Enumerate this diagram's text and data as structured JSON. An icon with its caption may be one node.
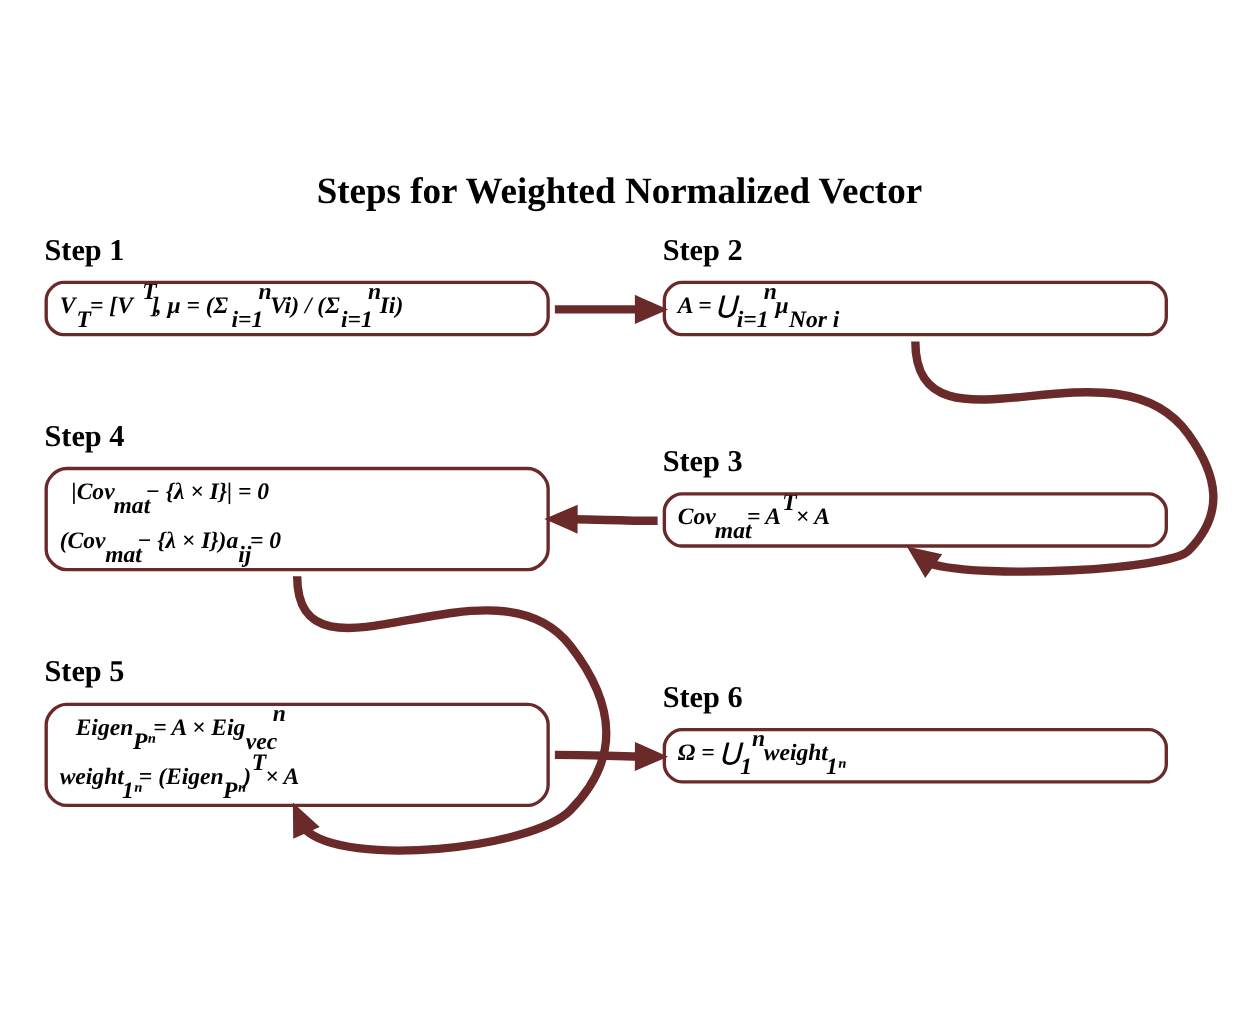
{
  "diagram": {
    "title": "Steps for Weighted Normalized Vector",
    "nodes": [
      {
        "text": [
          "Step 1",
          "V⃗$_{T}$= [V⃗]$^{T}$, μ = (Σ$_{i=1}$$^{n}$Vi) / (Σ$_{i=1}$$^{n}$Ii)"
        ]
      },
      {
        "text": [
          "Step 2",
          "A = ⋃$_{i=1}$$^{n}$μ$_{Nor i}$"
        ]
      },
      {
        "text": [
          "Step 3",
          "Cov$_{mat}$= A$^{T}$× A"
        ]
      },
      {
        "text": [
          "Step 4",
          "|Cov$_{mat}$− {λ × I}| = 0",
          "(Cov$_{mat}$− {λ × I})a$_{ij}$= 0"
        ]
      },
      {
        "text": [
          "Step 5",
          "Eigen$_{Pⁿ}$= A × Eig$_{vec}$$^{n}$",
          "weight$_{1ⁿ}$= (Eigen$_{Pⁿ}$)$^{T}$× A"
        ]
      },
      {
        "text": [
          "Step 6",
          "Ω = ⋃$_{1}$$^{n}$weight$_{1ⁿ}$"
        ]
      }
    ],
    "edges": [
      {
        "from": 0,
        "to": 1,
        "arrow": "to"
      },
      {
        "from": 1,
        "to": 2,
        "arrow": "to"
      },
      {
        "from": 2,
        "to": 3,
        "arrow": "to"
      },
      {
        "from": 3,
        "to": 4,
        "arrow": "to"
      },
      {
        "from": 4,
        "to": 5,
        "arrow": "to"
      }
    ]
  }
}
